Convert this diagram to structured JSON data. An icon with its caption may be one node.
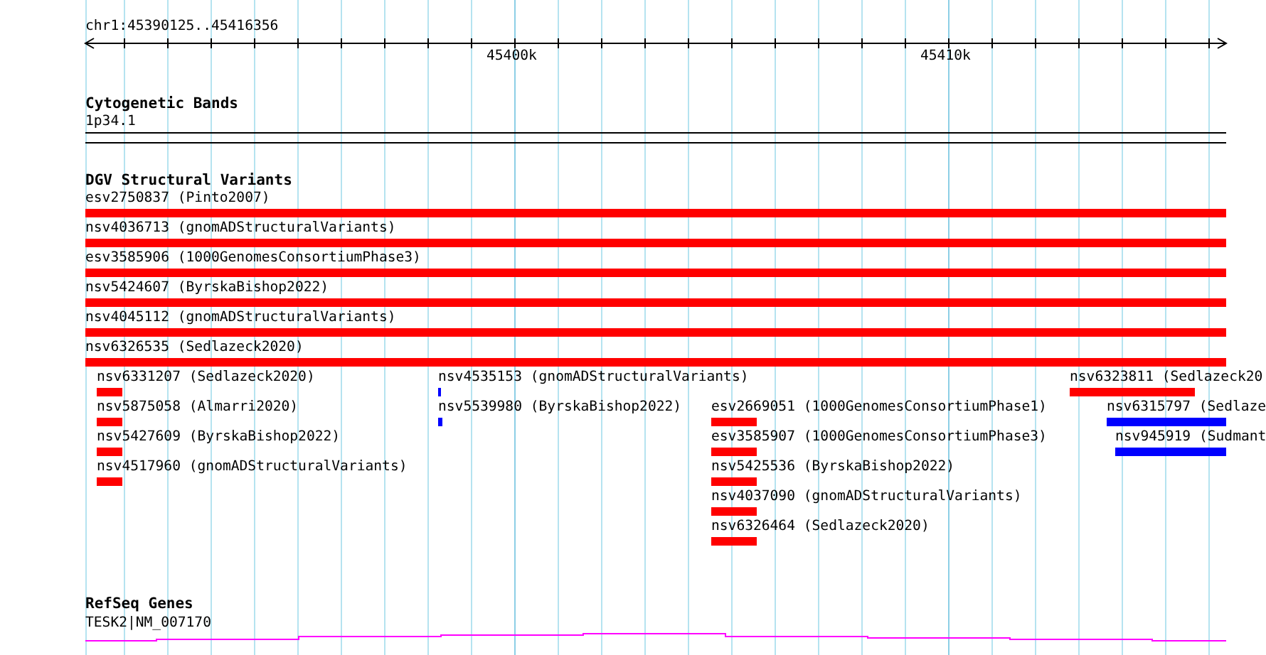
{
  "diagram": {
    "nodes": [
      {
        "text": [
          "1p34.1"
        ]
      },
      {
        "text": [
          "esv2750837 (Pinto2007)"
        ]
      },
      {
        "text": [
          "nsv4036713 (gnomADStructuralVariants)"
        ]
      },
      {
        "text": [
          "esv3585906 (1000GenomesConsortiumPhase3)"
        ]
      },
      {
        "text": [
          "nsv5424607 (ByrskaBishop2022)"
        ]
      },
      {
        "text": [
          "nsv4045112 (gnomADStructuralVariants)"
        ]
      },
      {
        "text": [
          "nsv6326535 (Sedlazeck2020)"
        ]
      },
      {
        "text": [
          "nsv6331207 (Sedlazeck2020)"
        ]
      },
      {
        "text": [
          "nsv4535153 (gnomADStructuralVariants)"
        ]
      },
      {
        "text": [
          "nsv6323811 (Sedlazeck20"
        ]
      },
      {
        "text": [
          "nsv5875058 (Almarri2020)"
        ]
      },
      {
        "text": [
          "nsv5539980 (ByrskaBishop2022)"
        ]
      },
      {
        "text": [
          "esv2669051 (1000GenomesConsortiumPhase1)"
        ]
      },
      {
        "text": [
          "nsv6315797 (Sedlaze"
        ]
      },
      {
        "text": [
          "nsv5427609 (ByrskaBishop2022)"
        ]
      },
      {
        "text": [
          "esv3585907 (1000GenomesConsortiumPhase3)"
        ]
      },
      {
        "text": [
          "nsv945919 (Sudmant"
        ]
      },
      {
        "text": [
          "nsv4517960 (gnomADStructuralVariants)"
        ]
      },
      {
        "text": [
          "nsv5425536 (ByrskaBishop2022)"
        ]
      },
      {
        "text": [
          "nsv4037090 (gnomADStructuralVariants)"
        ]
      },
      {
        "text": [
          "nsv6326464 (Sedlazeck2020)"
        ]
      },
      {
        "text": [
          "TESK2|NM_007170"
        ]
      }
    ],
    "edges": [],
    "labels": [
      "chr1:45390125..45416356",
      "45400k",
      "45410k",
      "Cytogenetic Bands",
      "DGV Structural Variants",
      "RefSeq Genes"
    ]
  }
}
